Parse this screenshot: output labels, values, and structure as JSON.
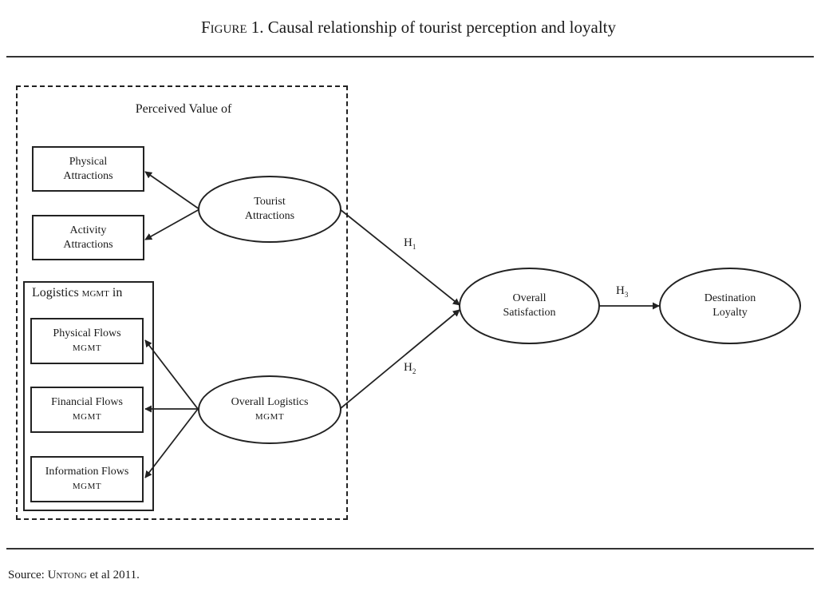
{
  "caption": {
    "prefix": "Figure",
    "rest": " 1. Causal relationship of tourist perception and loyalty"
  },
  "groups": {
    "perceived_value": "Perceived Value of",
    "logistics_prefix": "Logistics ",
    "logistics_mgmt": "mgmt",
    "logistics_suffix": " in"
  },
  "nodes": {
    "physical_attractions": [
      "Physical",
      "Attractions"
    ],
    "activity_attractions": [
      "Activity",
      "Attractions"
    ],
    "tourist_attractions": [
      "Tourist",
      "Attractions"
    ],
    "physical_flows": [
      "Physical Flows",
      "MGMT"
    ],
    "financial_flows": [
      "Financial Flows",
      "MGMT"
    ],
    "information_flows": [
      "Information Flows",
      "MGMT"
    ],
    "overall_logistics": [
      "Overall Logistics",
      "MGMT"
    ],
    "overall_satisfaction": [
      "Overall",
      "Satisfaction"
    ],
    "destination_loyalty": [
      "Destination",
      "Loyalty"
    ]
  },
  "hypotheses": {
    "h1": {
      "letter": "H",
      "sub": "1"
    },
    "h2": {
      "letter": "H",
      "sub": "2"
    },
    "h3": {
      "letter": "H",
      "sub": "3"
    }
  },
  "source": {
    "prefix": "Source: ",
    "author": "Untong",
    "rest": " et al 2011."
  }
}
